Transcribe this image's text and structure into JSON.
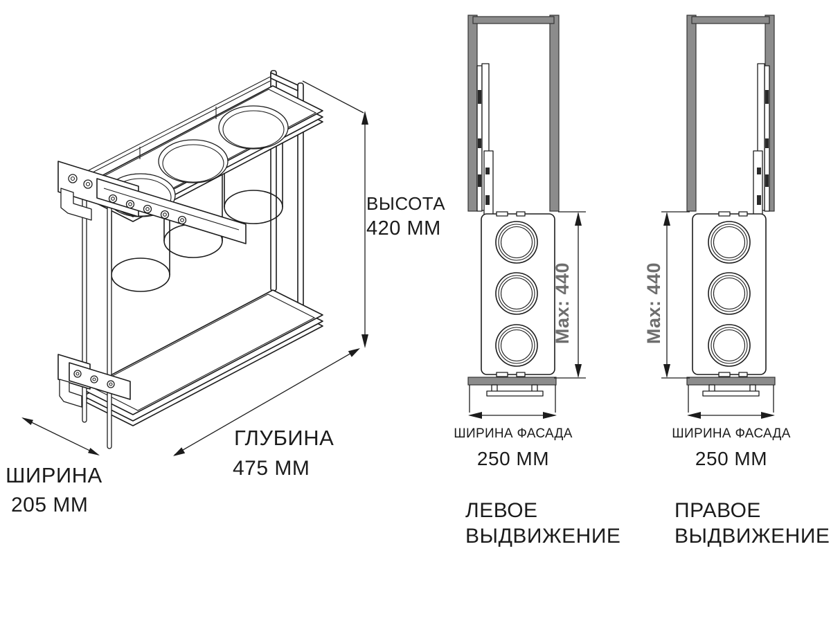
{
  "drawing": {
    "iso": {
      "height_label": "ВЫСОТА",
      "height_value": "420 ММ",
      "depth_label": "ГЛУБИНА",
      "depth_value": "475 ММ",
      "width_label": "ШИРИНА",
      "width_value": "205 ММ"
    },
    "left_view": {
      "max_label": "Max: 440",
      "facade_label": "ШИРИНА ФАСАДА",
      "facade_value": "250 ММ",
      "title_line1": "ЛЕВОЕ",
      "title_line2": "ВЫДВИЖЕНИЕ"
    },
    "right_view": {
      "max_label": "Max: 440",
      "facade_label": "ШИРИНА ФАСАДА",
      "facade_value": "250 ММ",
      "title_line1": "ПРАВОЕ",
      "title_line2": "ВЫДВИЖЕНИЕ"
    },
    "colors": {
      "line": "#1c1c1c",
      "wall_gray": "#8c8c8c",
      "dim_text_gray": "#6e6e6e",
      "background": "#ffffff"
    }
  }
}
